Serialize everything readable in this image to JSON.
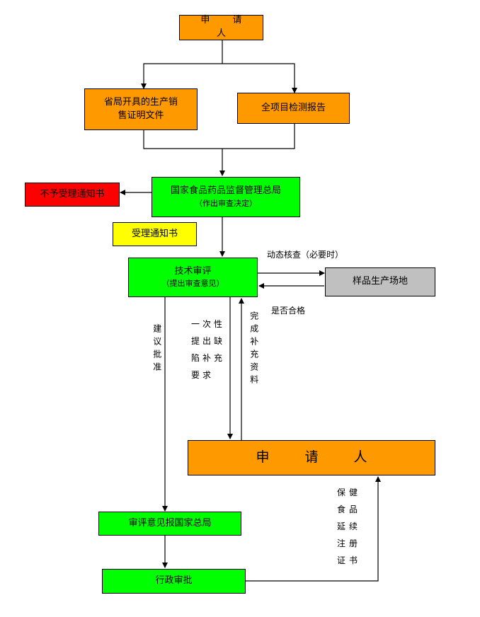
{
  "nodes": {
    "applicant_top": "申  请  人",
    "provincial_doc_line1": "省局开具的生产销",
    "provincial_doc_line2": "售证明文件",
    "full_test_report": "全项目检测报告",
    "sfda_line1": "国家食品药品监督管理总局",
    "sfda_line2": "（作出审查决定）",
    "reject_notice": "不予受理通知书",
    "accept_notice": "受理通知书",
    "tech_review_line1": "技术审评",
    "tech_review_line2": "（提出审查意见）",
    "sample_site": "样品生产场地",
    "applicant_mid": "申  请  人",
    "report_to_sfda": "审评意见报国家总局",
    "admin_approval": "行政审批"
  },
  "labels": {
    "dynamic_check": "动态核查（必要时）",
    "qualified": "是否合格",
    "suggest_approve": "建议批准",
    "request_supplement": "一次性提出缺陷补充要求",
    "complete_supplement": "完成补充资料",
    "renewal_certificate": "保健食品延续注册证书"
  },
  "colors": {
    "orange": "#ff9900",
    "green": "#00ff00",
    "red": "#ff0000",
    "yellow": "#ffff00",
    "gray": "#c0c0c0"
  }
}
